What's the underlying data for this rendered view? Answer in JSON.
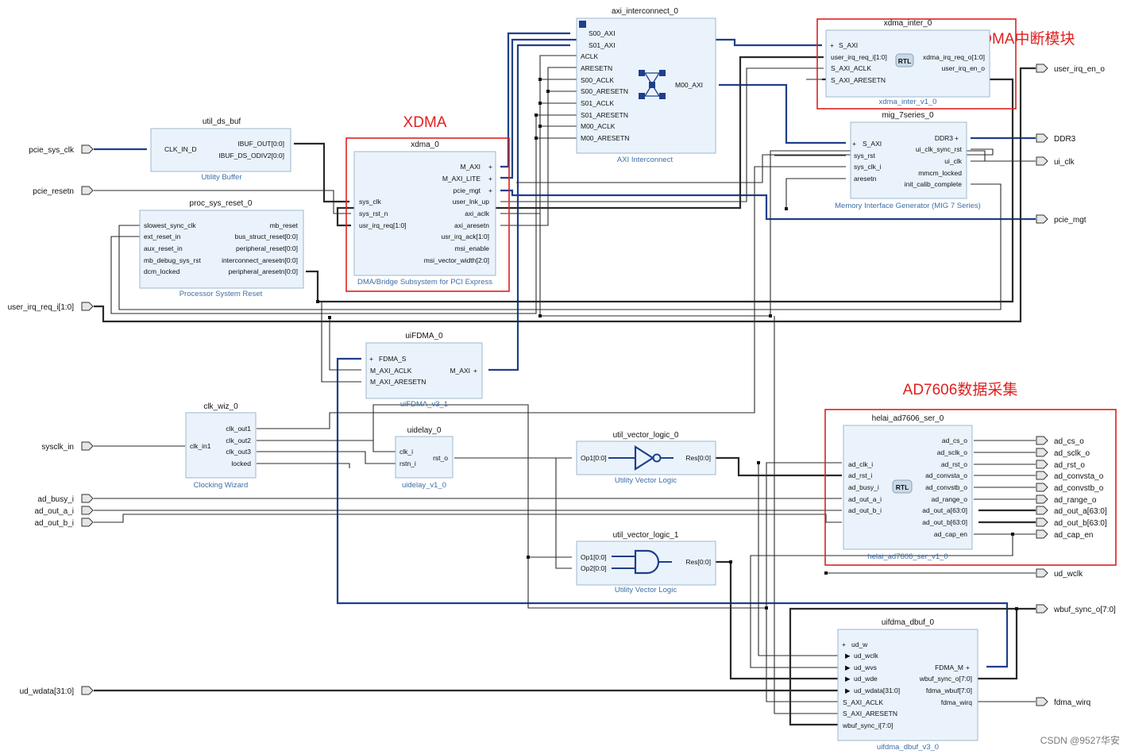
{
  "watermark": "CSDN @9527华安",
  "annotations": {
    "xdma": "XDMA",
    "xdma_irq": "XDMA中断模块",
    "ad7606": "AD7606数据采集"
  },
  "external_ports": {
    "pcie_sys_clk": "pcie_sys_clk",
    "pcie_resetn": "pcie_resetn",
    "user_irq_req_i": "user_irq_req_i[1:0]",
    "sysclk_in": "sysclk_in",
    "ad_busy_i": "ad_busy_i",
    "ad_out_a_i": "ad_out_a_i",
    "ad_out_b_i": "ad_out_b_i",
    "ud_wdata": "ud_wdata[31:0]",
    "user_irq_en_o": "user_irq_en_o",
    "DDR3": "DDR3",
    "ui_clk": "ui_clk",
    "pcie_mgt": "pcie_mgt",
    "ad_cs_o": "ad_cs_o",
    "ad_sclk_o": "ad_sclk_o",
    "ad_rst_o": "ad_rst_o",
    "ad_convsta_o": "ad_convsta_o",
    "ad_convstb_o": "ad_convstb_o",
    "ad_range_o": "ad_range_o",
    "ad_out_a": "ad_out_a[63:0]",
    "ad_out_b": "ad_out_b[63:0]",
    "ad_cap_en": "ad_cap_en",
    "ud_wclk": "ud_wclk",
    "wbuf_sync_o": "wbuf_sync_o[7:0]",
    "fdma_wirq": "fdma_wirq"
  },
  "blocks": {
    "util_ds_buf": {
      "name": "util_ds_buf",
      "sub": "Utility Buffer",
      "pins": [
        "CLK_IN_D",
        "IBUF_OUT[0:0]",
        "IBUF_DS_ODIV2[0:0]"
      ]
    },
    "proc_sys_reset": {
      "name": "proc_sys_reset_0",
      "sub": "Processor System Reset",
      "pins": [
        "slowest_sync_clk",
        "ext_reset_in",
        "aux_reset_in",
        "mb_debug_sys_rst",
        "dcm_locked",
        "mb_reset",
        "bus_struct_reset[0:0]",
        "peripheral_reset[0:0]",
        "interconnect_aresetn[0:0]",
        "peripheral_aresetn[0:0]"
      ]
    },
    "xdma": {
      "name": "xdma_0",
      "sub": "DMA/Bridge Subsystem for PCI Express",
      "pins": [
        "sys_clk",
        "sys_rst_n",
        "usr_irq_req[1:0]",
        "M_AXI",
        "M_AXI_LITE",
        "pcie_mgt",
        "user_lnk_up",
        "axi_aclk",
        "axi_aresetn",
        "usr_irq_ack[1:0]",
        "msi_enable",
        "msi_vector_width[2:0]"
      ]
    },
    "axi_ic": {
      "name": "axi_interconnect_0",
      "sub": "AXI Interconnect",
      "pins": [
        "S00_AXI",
        "S01_AXI",
        "ACLK",
        "ARESETN",
        "S00_ACLK",
        "S00_ARESETN",
        "S01_ACLK",
        "S01_ARESETN",
        "M00_ACLK",
        "M00_ARESETN",
        "M00_AXI"
      ]
    },
    "xdma_inter": {
      "name": "xdma_inter_0",
      "sub": "xdma_inter_v1_0",
      "rtl": "RTL",
      "pins": [
        "S_AXI",
        "user_irq_req_i[1:0]",
        "S_AXI_ACLK",
        "S_AXI_ARESETN",
        "xdma_irq_req_o[1:0]",
        "user_irq_en_o"
      ]
    },
    "mig": {
      "name": "mig_7series_0",
      "sub": "Memory Interface Generator (MIG 7 Series)",
      "pins": [
        "S_AXI",
        "sys_rst",
        "sys_clk_i",
        "aresetn",
        "DDR3",
        "ui_clk_sync_rst",
        "ui_clk",
        "mmcm_locked",
        "init_calib_complete"
      ]
    },
    "uifdma": {
      "name": "uiFDMA_0",
      "sub": "uiFDMA_v3_1",
      "pins": [
        "FDMA_S",
        "M_AXI_ACLK",
        "M_AXI_ARESETN",
        "M_AXI"
      ]
    },
    "clk_wiz": {
      "name": "clk_wiz_0",
      "sub": "Clocking Wizard",
      "pins": [
        "clk_in1",
        "clk_out1",
        "clk_out2",
        "clk_out3",
        "locked"
      ]
    },
    "uidelay": {
      "name": "uidelay_0",
      "sub": "uidelay_v1_0",
      "pins": [
        "clk_i",
        "rstn_i",
        "rst_o"
      ]
    },
    "uvl0": {
      "name": "util_vector_logic_0",
      "sub": "Utility Vector Logic",
      "pins": [
        "Op1[0:0]",
        "Res[0:0]"
      ]
    },
    "uvl1": {
      "name": "util_vector_logic_1",
      "sub": "Utility Vector Logic",
      "pins": [
        "Op1[0:0]",
        "Op2[0:0]",
        "Res[0:0]"
      ]
    },
    "helai": {
      "name": "helai_ad7606_ser_0",
      "sub": "helai_ad7606_ser_v1_0",
      "rtl": "RTL",
      "pins": [
        "ad_clk_i",
        "ad_rst_i",
        "ad_busy_i",
        "ad_out_a_i",
        "ad_out_b_i",
        "ad_cs_o",
        "ad_sclk_o",
        "ad_rst_o",
        "ad_convsta_o",
        "ad_convstb_o",
        "ad_range_o",
        "ad_out_a[63:0]",
        "ad_out_b[63:0]",
        "ad_cap_en"
      ]
    },
    "uifdma_dbuf": {
      "name": "uifdma_dbuf_0",
      "sub": "uifdma_dbuf_v3_0",
      "pins": [
        "ud_w",
        "ud_wclk",
        "ud_wvs",
        "ud_wde",
        "ud_wdata[31:0]",
        "S_AXI_ACLK",
        "S_AXI_ARESETN",
        "wbuf_sync_i[7:0]",
        "FDMA_M",
        "wbuf_sync_o[7:0]",
        "fdma_wbuf[7:0]",
        "fdma_wirq"
      ]
    }
  }
}
